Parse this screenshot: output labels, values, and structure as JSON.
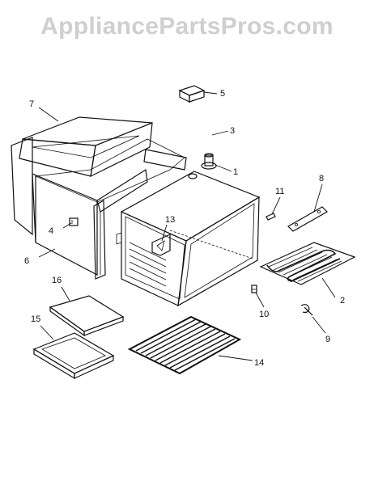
{
  "watermark": "AppliancePartsPros.com",
  "colors": {
    "ink": "#111111",
    "watermark": "#cfcfcf",
    "background": "#ffffff",
    "insulation": "#444444"
  },
  "callouts": {
    "p1": "1",
    "p2": "2",
    "p3": "3",
    "p4": "4",
    "p5": "5",
    "p6": "6",
    "p7": "7",
    "p8": "8",
    "p9": "9",
    "p10": "10",
    "p11": "11",
    "p13": "13",
    "p14": "14",
    "p15": "15",
    "p16": "16"
  }
}
